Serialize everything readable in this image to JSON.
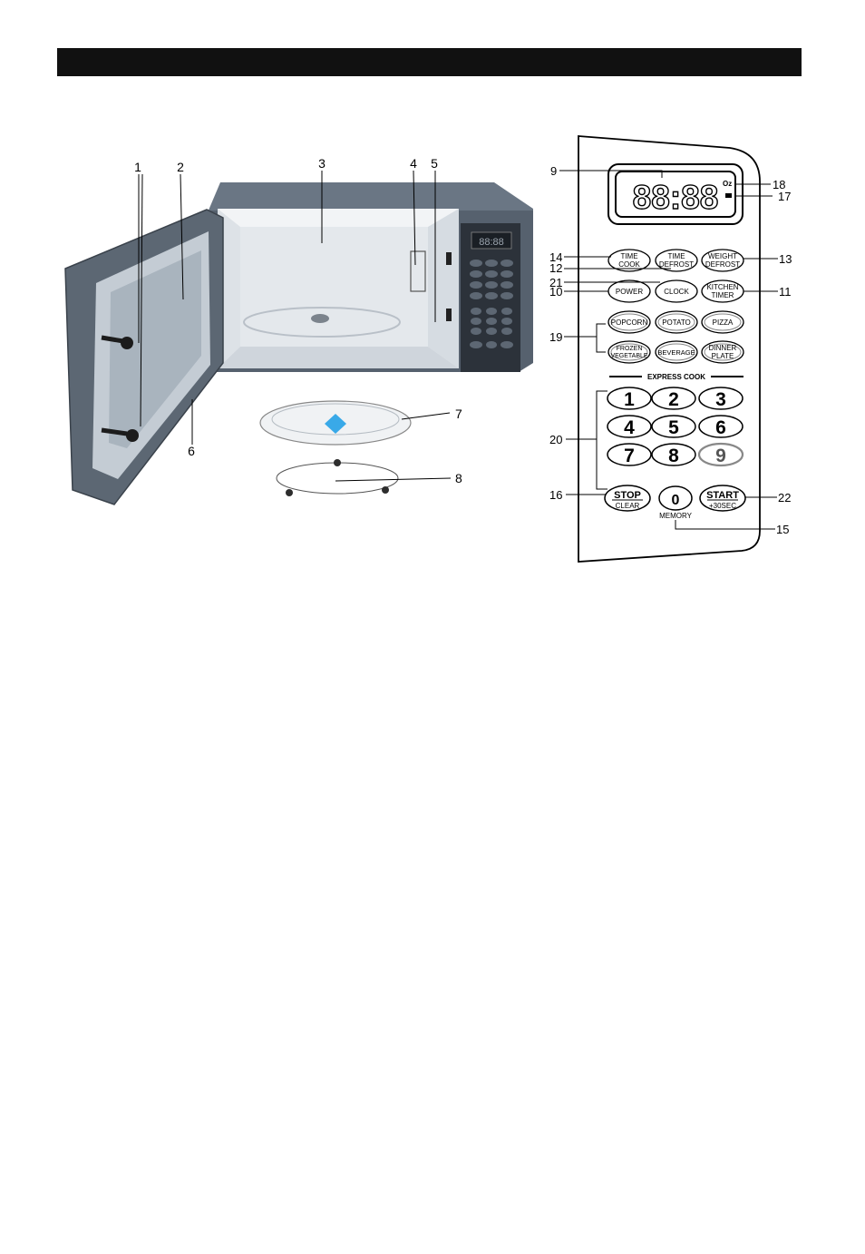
{
  "callouts": {
    "c1": "1",
    "c2": "2",
    "c3": "3",
    "c4": "4",
    "c5": "5",
    "c6": "6",
    "c7": "7",
    "c8": "8",
    "c9": "9",
    "c10": "10",
    "c11": "11",
    "c12": "12",
    "c13": "13",
    "c14": "14",
    "c15": "15",
    "c16": "16",
    "c17": "17",
    "c18": "18",
    "c19": "19",
    "c20": "20",
    "c21": "21",
    "c22": "22"
  },
  "display": {
    "digits": "88:88",
    "oz": "Oz"
  },
  "panel": {
    "express_cook": "EXPRESS COOK",
    "memory": "MEMORY",
    "buttons": {
      "time_cook": [
        "TIME",
        "COOK"
      ],
      "time_defrost": [
        "TIME",
        "DEFROST"
      ],
      "weight_defrost": [
        "WEIGHT",
        "DEFROST"
      ],
      "power": "POWER",
      "clock": "CLOCK",
      "kitchen_timer": [
        "KITCHEN",
        "TIMER"
      ],
      "popcorn": "POPCORN",
      "potato": "POTATO",
      "pizza": "PIZZA",
      "frozen_vegetable": [
        "FROZEN",
        "VEGETABLE"
      ],
      "beverage": "BEVERAGE",
      "dinner_plate": [
        "DINNER",
        "PLATE"
      ],
      "n1": "1",
      "n2": "2",
      "n3": "3",
      "n4": "4",
      "n5": "5",
      "n6": "6",
      "n7": "7",
      "n8": "8",
      "n9": "9",
      "n0": "0",
      "stop": "STOP",
      "clear": "CLEAR",
      "start": "START",
      "plus30": "+30SEC"
    }
  },
  "colors": {
    "body": "#5f6b78",
    "body_dark": "#3c4550",
    "cavity": "#e9ecef",
    "glass": "#aeb8c2",
    "accent_diamond": "#39a9e8"
  }
}
